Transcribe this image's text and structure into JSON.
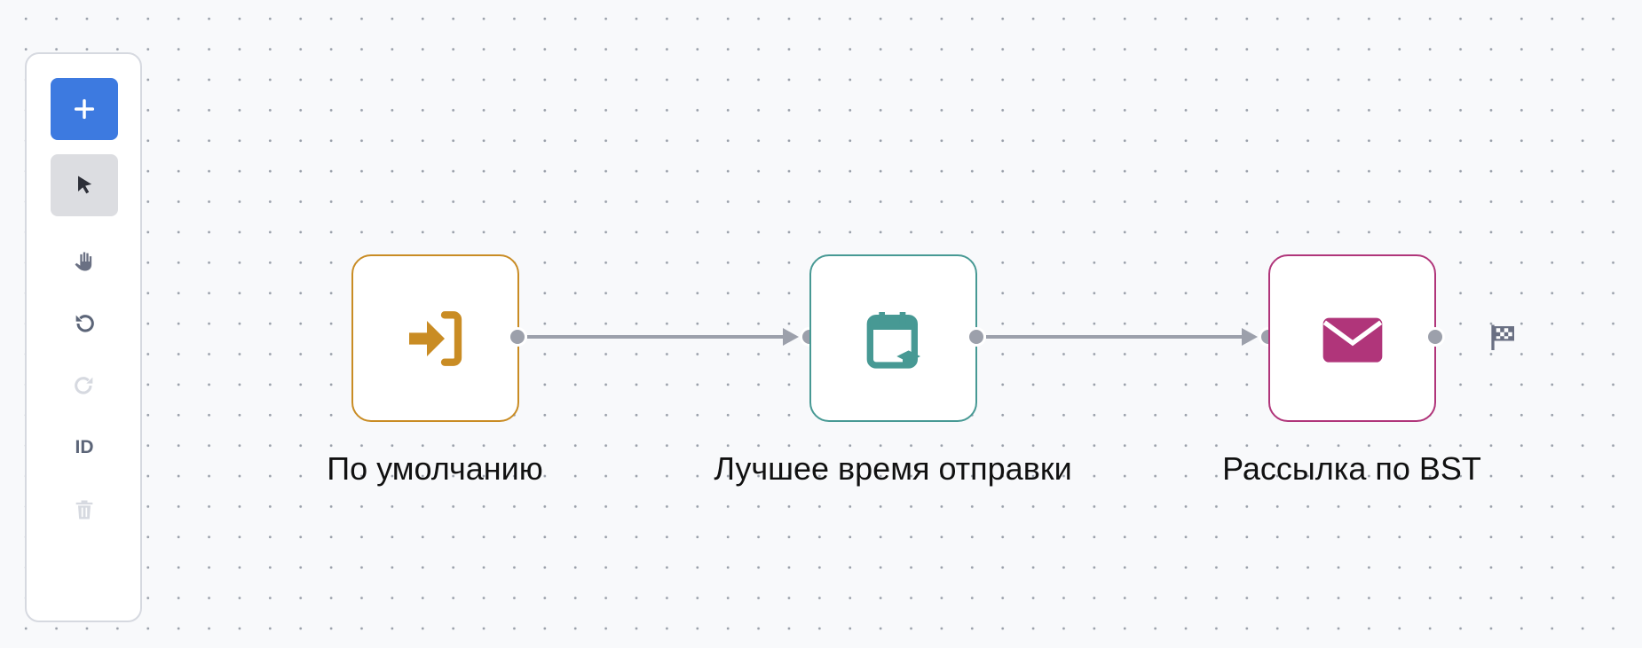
{
  "toolbar": {
    "items": [
      {
        "name": "add",
        "icon": "plus-icon"
      },
      {
        "name": "select",
        "icon": "cursor-icon",
        "active": true
      },
      {
        "name": "pan",
        "icon": "hand-icon"
      },
      {
        "name": "undo",
        "icon": "undo-icon"
      },
      {
        "name": "redo",
        "icon": "redo-icon",
        "disabled": true
      },
      {
        "name": "id",
        "label": "ID"
      },
      {
        "name": "delete",
        "icon": "trash-icon",
        "disabled": true
      }
    ]
  },
  "nodes": [
    {
      "label": "По умолчанию",
      "icon": "sign-in-icon",
      "color": "#c98c24"
    },
    {
      "label": "Лучшее время отправки",
      "icon": "calendar-graduation-icon",
      "color": "#479994"
    },
    {
      "label": "Рассылка по BST",
      "icon": "envelope-icon",
      "color": "#b0357a"
    }
  ],
  "end": {
    "icon": "checkered-flag-icon"
  }
}
